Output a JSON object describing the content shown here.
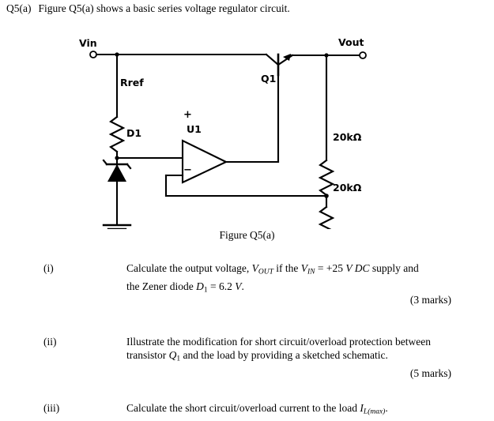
{
  "document": {
    "question_label": "Q5(a)",
    "question_text": "Figure Q5(a) shows a basic series voltage regulator circuit.",
    "figure_caption": "Figure Q5(a)"
  },
  "figure": {
    "labels": {
      "vin": "Vin",
      "vout": "Vout",
      "rref": "Rref",
      "d1": "D1",
      "u1": "U1",
      "q1": "Q1",
      "opamp_plus": "+",
      "opamp_minus": "−",
      "r_top": "20kΩ",
      "r_bottom": "20kΩ"
    },
    "colors": {
      "wire": "#000000",
      "background": "#ffffff"
    }
  },
  "items": [
    {
      "number": "(i)",
      "marks": "(3 marks)",
      "line1_a": "Calculate the output voltage, ",
      "line1_v1": "V",
      "line1_v1sub": "OUT",
      "line1_b": " if the ",
      "line1_v2": "V",
      "line1_v2sub": "IN",
      "line1_c": " = +25 ",
      "line1_unit": "V DC",
      "line1_d": " supply and",
      "line2_a": "the Zener diode ",
      "line2_v": "D",
      "line2_vsub": "1",
      "line2_b": " = 6.2 ",
      "line2_unit": "V",
      "line2_c": "."
    },
    {
      "number": "(ii)",
      "marks": "(5 marks)",
      "line1": "Illustrate the modification for short circuit/overload protection between",
      "line2_a": "transistor ",
      "line2_v": "Q",
      "line2_vsub": "1",
      "line2_b": " and the load by providing a sketched schematic."
    },
    {
      "number": "(iii)",
      "line1_a": "Calculate the short circuit/overload current to the load ",
      "line1_v": "I",
      "line1_vsub": "L(max)",
      "line1_b": "."
    }
  ]
}
